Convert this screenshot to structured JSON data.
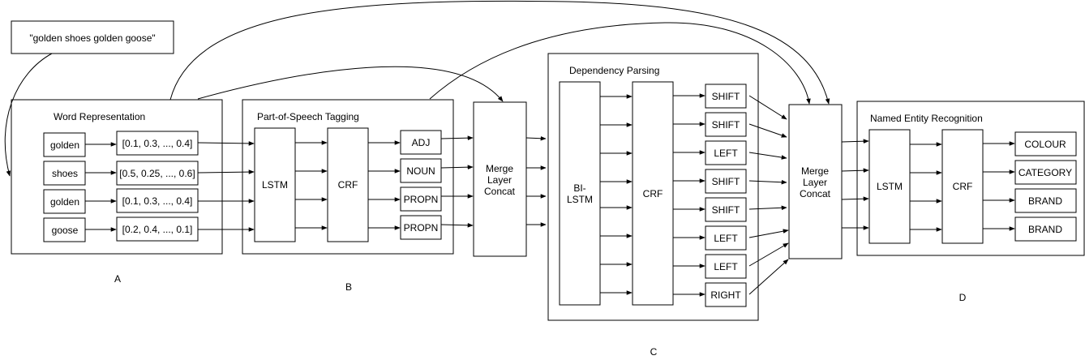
{
  "input_sentence": "\"golden shoes golden goose\"",
  "word_representation": {
    "title": "Word Representation",
    "section_label": "A",
    "words": [
      "golden",
      "shoes",
      "golden",
      "goose"
    ],
    "vectors": [
      "[0.1, 0.3, ..., 0.4]",
      "[0.5, 0.25, ..., 0.6]",
      "[0.1, 0.3, ..., 0.4]",
      "[0.2, 0.4, ..., 0.1]"
    ]
  },
  "pos_tagging": {
    "title": "Part-of-Speech Tagging",
    "section_label": "B",
    "lstm": "LSTM",
    "crf": "CRF",
    "tags": [
      "ADJ",
      "NOUN",
      "PROPN",
      "PROPN"
    ]
  },
  "merge_layer": [
    "Merge",
    "Layer",
    "Concat"
  ],
  "dependency_parsing": {
    "title": "Dependency Parsing",
    "section_label": "C",
    "bilstm": [
      "BI-",
      "LSTM"
    ],
    "crf": "CRF",
    "actions": [
      "SHIFT",
      "SHIFT",
      "LEFT",
      "SHIFT",
      "SHIFT",
      "LEFT",
      "LEFT",
      "RIGHT"
    ]
  },
  "ner": {
    "title": "Named Entity Recognition",
    "section_label": "D",
    "lstm": "LSTM",
    "crf": "CRF",
    "entities": [
      "COLOUR",
      "CATEGORY",
      "BRAND",
      "BRAND"
    ]
  }
}
